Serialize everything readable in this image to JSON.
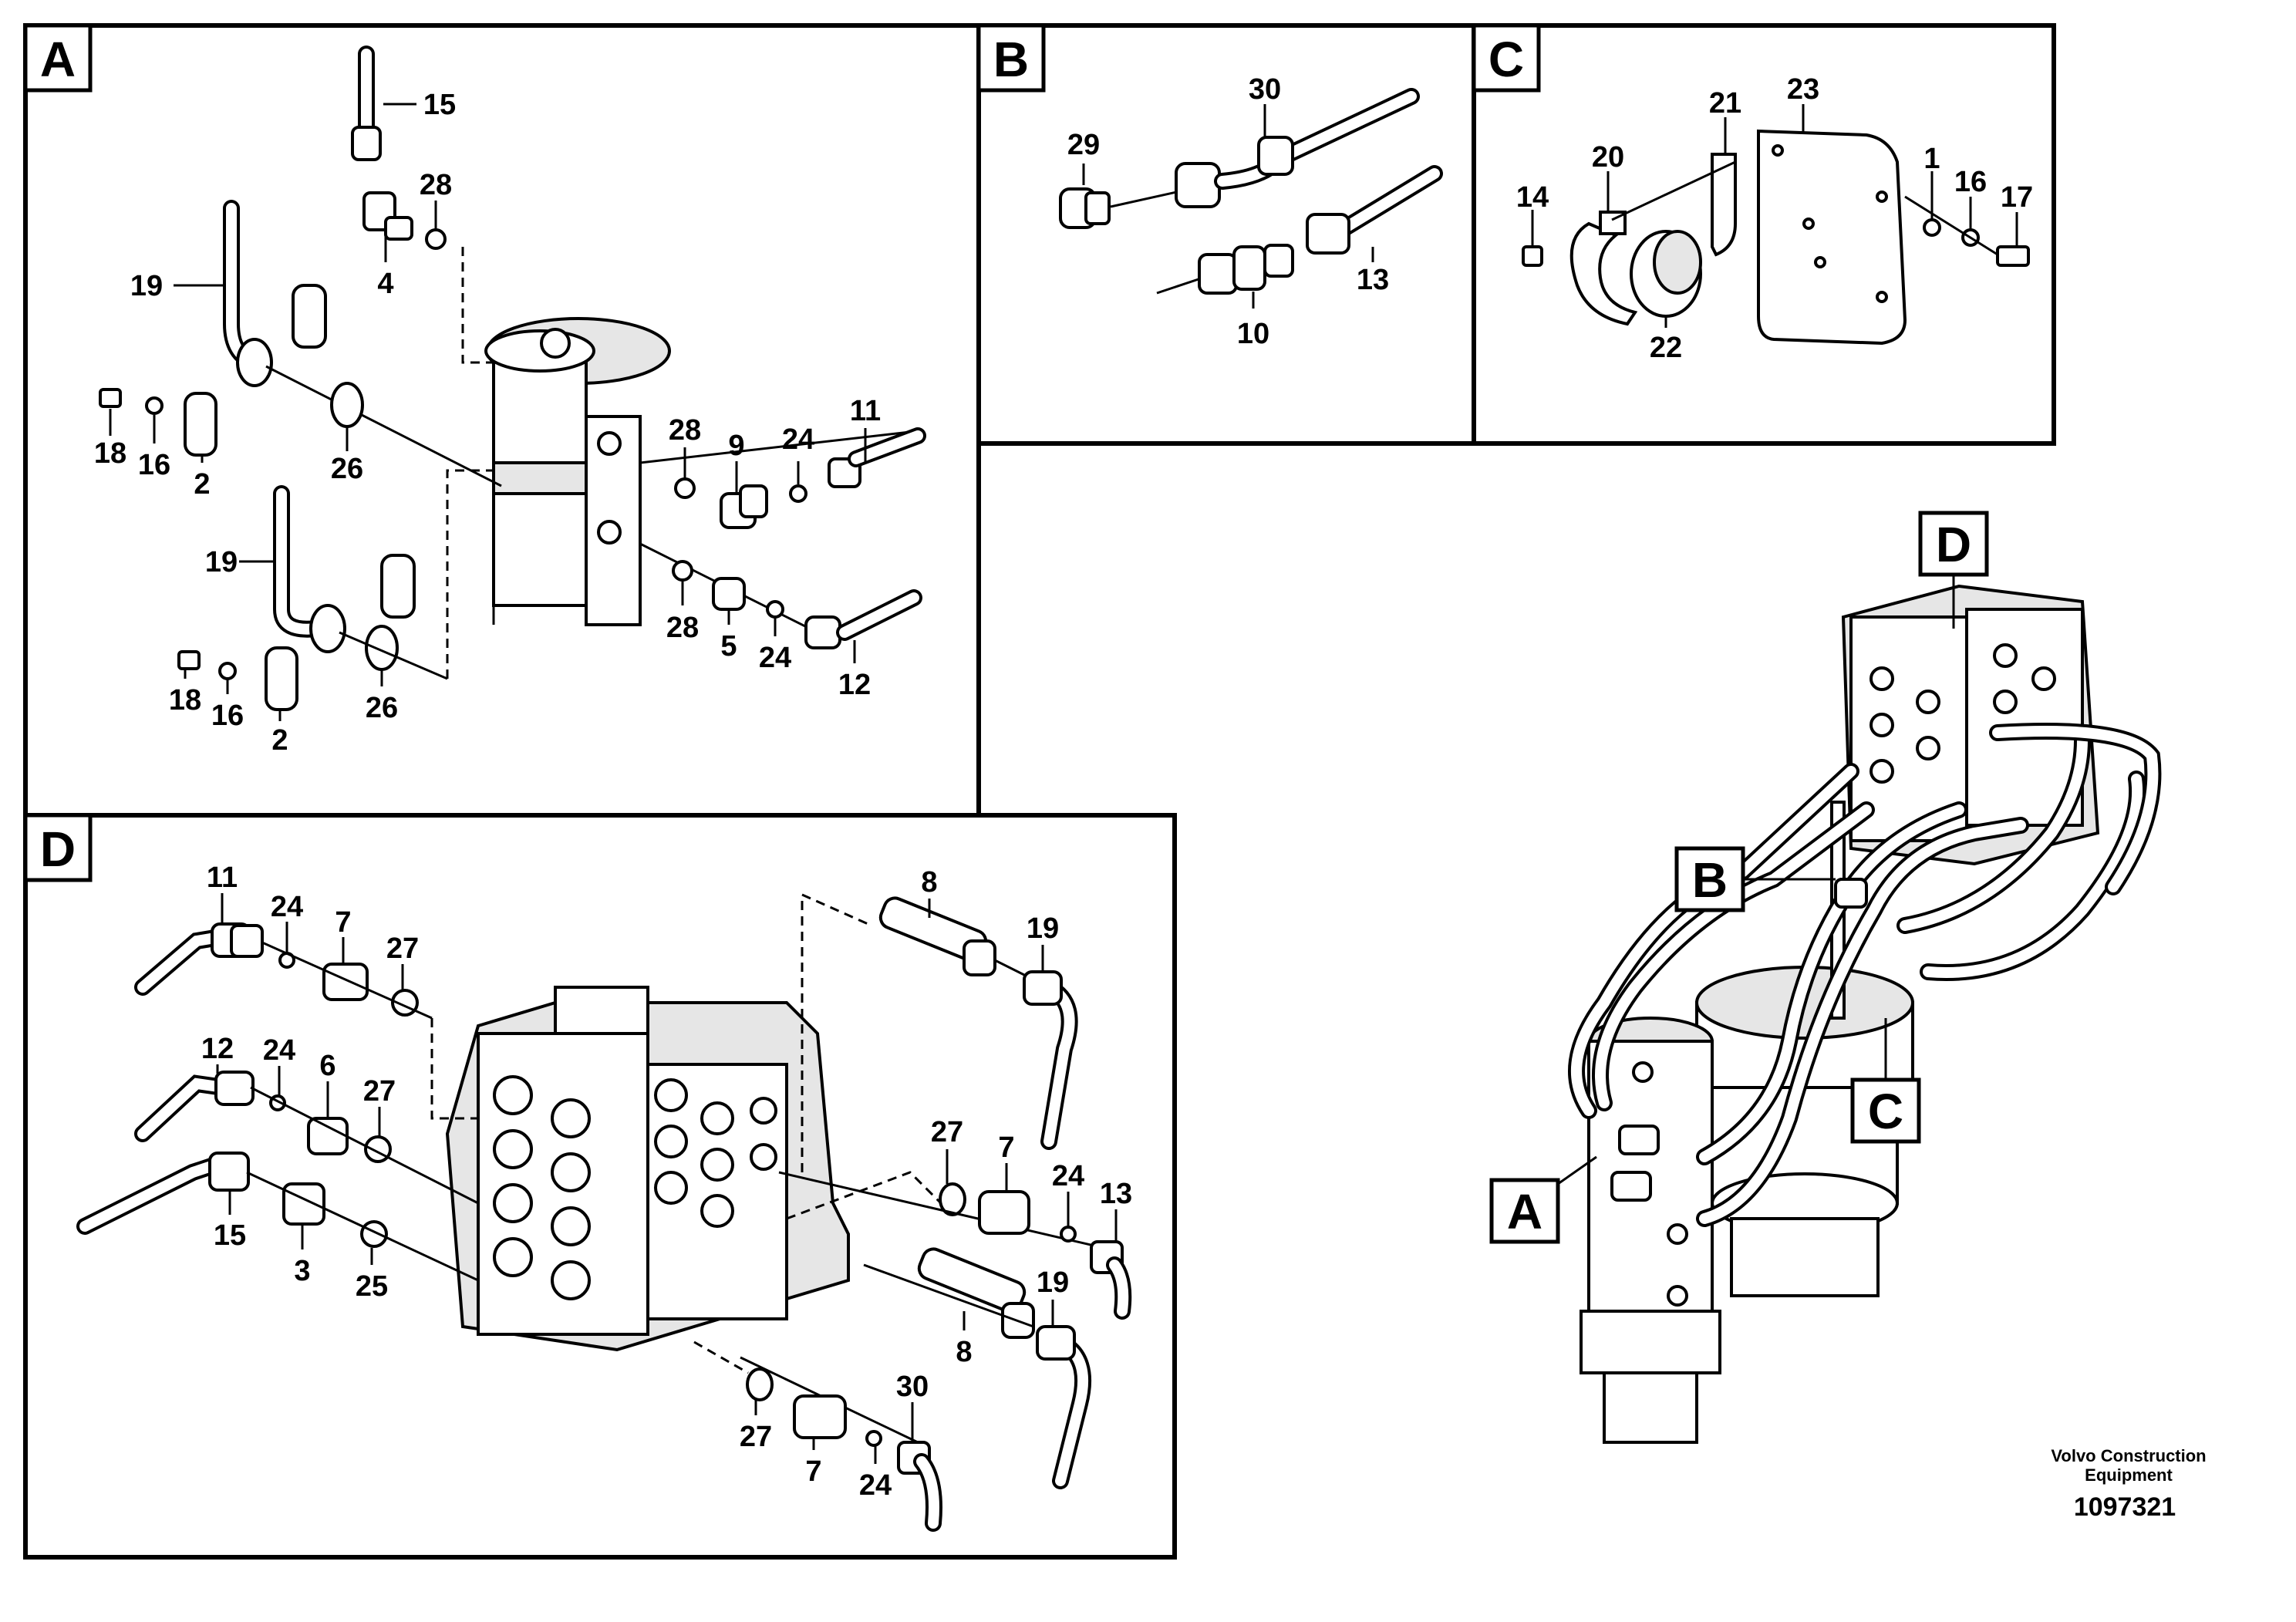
{
  "panels": {
    "A": {
      "letter": "A"
    },
    "B": {
      "letter": "B"
    },
    "C": {
      "letter": "C"
    },
    "D": {
      "letter": "D"
    }
  },
  "overview": {
    "callouts": [
      "D",
      "B",
      "C",
      "A"
    ]
  },
  "labels": {
    "A": [
      {
        "id": "a15",
        "text": "15"
      },
      {
        "id": "a28top",
        "text": "28"
      },
      {
        "id": "a4",
        "text": "4"
      },
      {
        "id": "a19top",
        "text": "19"
      },
      {
        "id": "a18top",
        "text": "18"
      },
      {
        "id": "a16top",
        "text": "16"
      },
      {
        "id": "a2top",
        "text": "2"
      },
      {
        "id": "a26top",
        "text": "26"
      },
      {
        "id": "a28mid",
        "text": "28"
      },
      {
        "id": "a9",
        "text": "9"
      },
      {
        "id": "a24mid",
        "text": "24"
      },
      {
        "id": "a11",
        "text": "11"
      },
      {
        "id": "a19bot",
        "text": "19"
      },
      {
        "id": "a28bot",
        "text": "28"
      },
      {
        "id": "a5",
        "text": "5"
      },
      {
        "id": "a24bot",
        "text": "24"
      },
      {
        "id": "a12",
        "text": "12"
      },
      {
        "id": "a18bot",
        "text": "18"
      },
      {
        "id": "a16bot",
        "text": "16"
      },
      {
        "id": "a2bot",
        "text": "2"
      },
      {
        "id": "a26bot",
        "text": "26"
      }
    ],
    "B": [
      {
        "id": "b29",
        "text": "29"
      },
      {
        "id": "b30",
        "text": "30"
      },
      {
        "id": "b13",
        "text": "13"
      },
      {
        "id": "b10",
        "text": "10"
      }
    ],
    "C": [
      {
        "id": "c14",
        "text": "14"
      },
      {
        "id": "c20",
        "text": "20"
      },
      {
        "id": "c21",
        "text": "21"
      },
      {
        "id": "c23",
        "text": "23"
      },
      {
        "id": "c1",
        "text": "1"
      },
      {
        "id": "c16",
        "text": "16"
      },
      {
        "id": "c17",
        "text": "17"
      },
      {
        "id": "c22",
        "text": "22"
      }
    ],
    "D": [
      {
        "id": "d11",
        "text": "11"
      },
      {
        "id": "d24a",
        "text": "24"
      },
      {
        "id": "d7a",
        "text": "7"
      },
      {
        "id": "d27a",
        "text": "27"
      },
      {
        "id": "d12",
        "text": "12"
      },
      {
        "id": "d24b",
        "text": "24"
      },
      {
        "id": "d6",
        "text": "6"
      },
      {
        "id": "d27b",
        "text": "27"
      },
      {
        "id": "d15",
        "text": "15"
      },
      {
        "id": "d3",
        "text": "3"
      },
      {
        "id": "d25",
        "text": "25"
      },
      {
        "id": "d8top",
        "text": "8"
      },
      {
        "id": "d19top",
        "text": "19"
      },
      {
        "id": "d27c",
        "text": "27"
      },
      {
        "id": "d7c",
        "text": "7"
      },
      {
        "id": "d24c",
        "text": "24"
      },
      {
        "id": "d13",
        "text": "13"
      },
      {
        "id": "d19bot",
        "text": "19"
      },
      {
        "id": "d8bot",
        "text": "8"
      },
      {
        "id": "d30",
        "text": "30"
      },
      {
        "id": "d27d",
        "text": "27"
      },
      {
        "id": "d7d",
        "text": "7"
      },
      {
        "id": "d24d",
        "text": "24"
      }
    ]
  },
  "credit": {
    "line1": "Volvo Construction",
    "line2": "Equipment",
    "doc_number": "1097321"
  }
}
